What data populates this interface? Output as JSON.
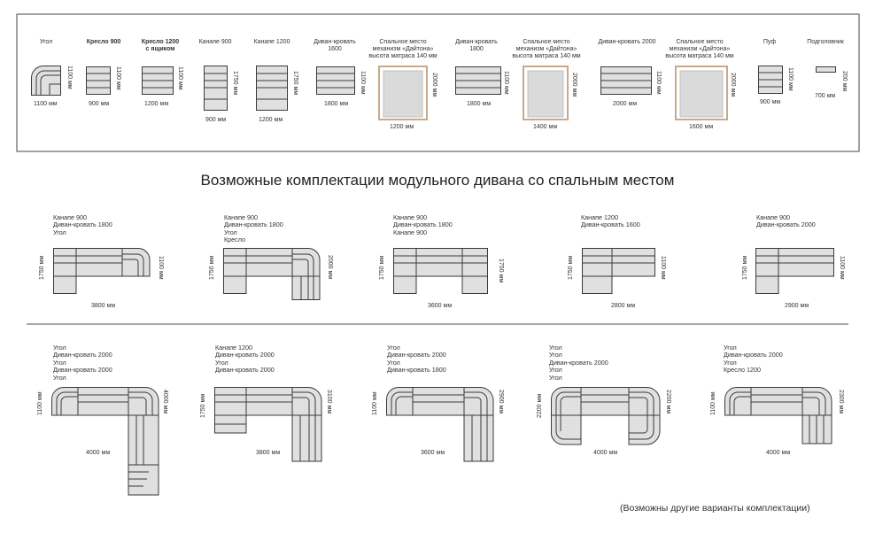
{
  "heading": "Возможные комплектации модульного дивана со спальным местом",
  "footnote": "(Возможны другие варианты комплектации)",
  "modules": {
    "ugol": {
      "label": "Угол",
      "w": "1100 мм",
      "h": "1100 мм"
    },
    "kreslo900": {
      "label": "Кресло 900",
      "w": "900 мм",
      "h": "1100 мм"
    },
    "kreslo1200": {
      "label": "Кресло 1200\nс ящиком",
      "w": "1200 мм",
      "h": "1100 мм"
    },
    "kanape900": {
      "label": "Канапе 900",
      "w": "900 мм",
      "h": "1750 мм"
    },
    "kanape1200": {
      "label": "Канапе 1200",
      "w": "1200 мм",
      "h": "1750 мм"
    },
    "divan1600": {
      "label": "Диван-кровать\n1600",
      "w": "1800 мм",
      "h": "1100 мм"
    },
    "sleep1200": {
      "label": "Спальное место\nмеханизм «Дайтона»\nвысота матраса 140 мм",
      "w": "1200 мм",
      "h": "2000 мм"
    },
    "divan1800": {
      "label": "Диван-кровать\n1800",
      "w": "1800 мм",
      "h": "1100 мм"
    },
    "sleep1400": {
      "label": "Спальное место\nмеханизм «Дайтона»\nвысота матраса 140 мм",
      "w": "1400 мм",
      "h": "2000 мм"
    },
    "divan2000": {
      "label": "Диван-кровать 2000",
      "w": "2000 мм",
      "h": "1100 мм"
    },
    "sleep1600": {
      "label": "Спальное место\nмеханизм «Дайтона»\nвысота матраса 140 мм",
      "w": "1600 мм",
      "h": "2000 мм"
    },
    "puf": {
      "label": "Пуф",
      "w": "900 мм",
      "h": "1100 мм"
    },
    "podgol": {
      "label": "Подголовник",
      "w": "700 мм",
      "h": "200 мм"
    }
  },
  "configs": [
    {
      "title": "Канапе 900\nДиван-кровать 1800\nУгол",
      "w": "3800 мм",
      "hl": "1750 мм",
      "hr": "1100 мм"
    },
    {
      "title": "Канапе 900\nДиван-кровать 1800\nУгол\nКресло",
      "w": "",
      "hl": "1750 мм",
      "hr": "2000 мм"
    },
    {
      "title": "Канапе 900\nДиван-кровать 1800\nКанапе 900",
      "w": "3600 мм",
      "hl": "1750 мм",
      "hr": "1750 мм"
    },
    {
      "title": "Канапе 1200\nДиван-кровать 1600",
      "w": "2800 мм",
      "hl": "1750 мм",
      "hr": "1100 мм"
    },
    {
      "title": "Канапе 900\nДиван-кровать 2000",
      "w": "2900 мм",
      "hl": "1750 мм",
      "hr": "1100 мм"
    },
    {
      "title": "Угол\nДиван-кровать 2000\nУгол\nДиван-кровать 2000\nУгол",
      "w": "4000 мм",
      "hl": "1100 мм",
      "hr": "4000 мм"
    },
    {
      "title": "Канапе 1200\nДиван-кровать 2000\nУгол\nДиван-кровать 2000",
      "w": "3800 мм",
      "hl": "1750 мм",
      "hr": "3100 мм"
    },
    {
      "title": "Угол\nДиван-кровать 2000\nУгол\nДиван-кровать 1800",
      "w": "3600 мм",
      "hl": "1100 мм",
      "hr": "2900 мм"
    },
    {
      "title": "Угол\nУгол\nДиван-кровать 2000\nУгол\nУгол",
      "w": "4000 мм",
      "hl": "2200 мм",
      "hr": "2200 мм"
    },
    {
      "title": "Угол\nДиван-кровать 2000\nУгол\nКресло 1200",
      "w": "4000 мм",
      "hl": "1100 мм",
      "hr": "2300 мм"
    }
  ]
}
